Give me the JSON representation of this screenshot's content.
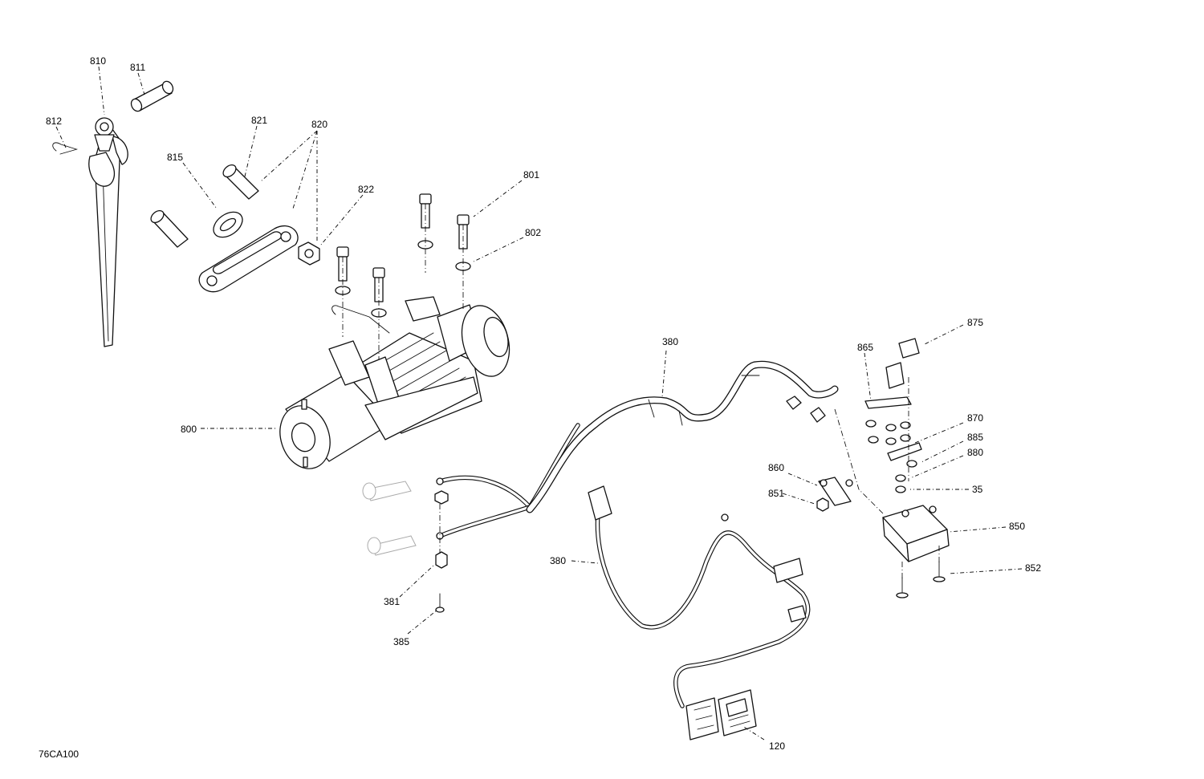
{
  "drawing_code": "76CA100",
  "callouts": {
    "c810": "810",
    "c811": "811",
    "c812": "812",
    "c815": "815",
    "c821": "821",
    "c820": "820",
    "c822": "822",
    "c801": "801",
    "c802": "802",
    "c800": "800",
    "c380a": "380",
    "c380b": "380",
    "c381": "381",
    "c385": "385",
    "c875": "875",
    "c865": "865",
    "c870": "870",
    "c885": "885",
    "c880": "880",
    "c35": "35",
    "c860": "860",
    "c851": "851",
    "c850": "850",
    "c852": "852",
    "c120": "120"
  }
}
